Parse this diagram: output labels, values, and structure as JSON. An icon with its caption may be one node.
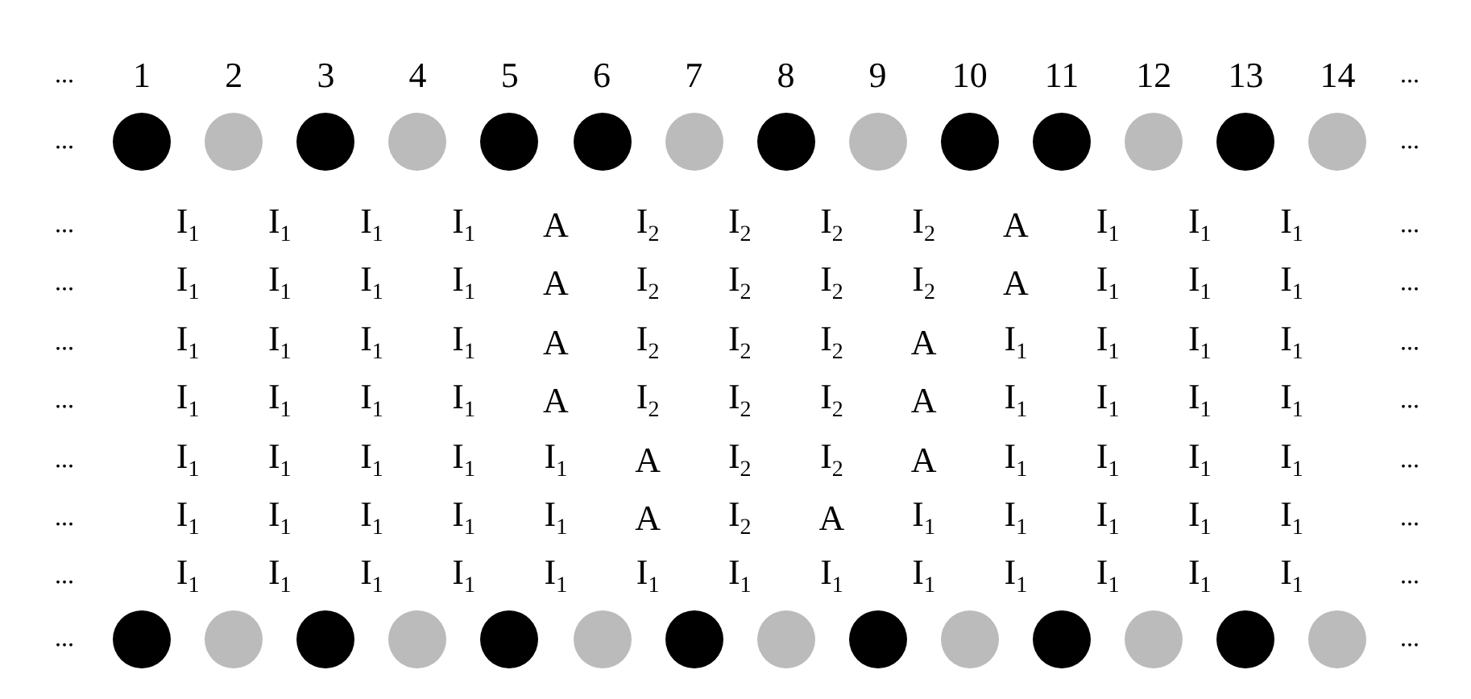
{
  "diagram": {
    "labels": [
      "...",
      "1",
      "2",
      "3",
      "4",
      "5",
      "6",
      "7",
      "8",
      "9",
      "10",
      "11",
      "12",
      "13",
      "14",
      "...",
      "...",
      "...",
      "...",
      "I$_{1}$",
      "I$_{1}$",
      "I$_{1}$",
      "I$_{1}$",
      "A",
      "I$_{2}$",
      "I$_{2}$",
      "I$_{2}$",
      "I$_{2}$",
      "A",
      "I$_{1}$",
      "I$_{1}$",
      "I$_{1}$",
      "...",
      "...",
      "I$_{1}$",
      "I$_{1}$",
      "I$_{1}$",
      "I$_{1}$",
      "A",
      "I$_{2}$",
      "I$_{2}$",
      "I$_{2}$",
      "I$_{2}$",
      "A",
      "I$_{1}$",
      "I$_{1}$",
      "I$_{1}$",
      "...",
      "...",
      "I$_{1}$",
      "I$_{1}$",
      "I$_{1}$",
      "I$_{1}$",
      "A",
      "I$_{2}$",
      "I$_{2}$",
      "I$_{2}$",
      "A",
      "I$_{1}$",
      "I$_{1}$",
      "I$_{1}$",
      "I$_{1}$",
      "...",
      "...",
      "I$_{1}$",
      "I$_{1}$",
      "I$_{1}$",
      "I$_{1}$",
      "A",
      "I$_{2}$",
      "I$_{2}$",
      "I$_{2}$",
      "A",
      "I$_{1}$",
      "I$_{1}$",
      "I$_{1}$",
      "I$_{1}$",
      "...",
      "...",
      "I$_{1}$",
      "I$_{1}$",
      "I$_{1}$",
      "I$_{1}$",
      "I$_{1}$",
      "A",
      "I$_{2}$",
      "I$_{2}$",
      "A",
      "I$_{1}$",
      "I$_{1}$",
      "I$_{1}$",
      "I$_{1}$",
      "...",
      "...",
      "I$_{1}$",
      "I$_{1}$",
      "I$_{1}$",
      "I$_{1}$",
      "I$_{1}$",
      "A",
      "I$_{2}$",
      "A",
      "I$_{1}$",
      "I$_{1}$",
      "I$_{1}$",
      "I$_{1}$",
      "I$_{1}$",
      "...",
      "...",
      "I$_{1}$",
      "I$_{1}$",
      "I$_{1}$",
      "I$_{1}$",
      "I$_{1}$",
      "I$_{1}$",
      "I$_{1}$",
      "I$_{1}$",
      "I$_{1}$",
      "I$_{1}$",
      "I$_{1}$",
      "I$_{1}$",
      "I$_{1}$",
      "...",
      "...",
      "..."
    ]
  }
}
